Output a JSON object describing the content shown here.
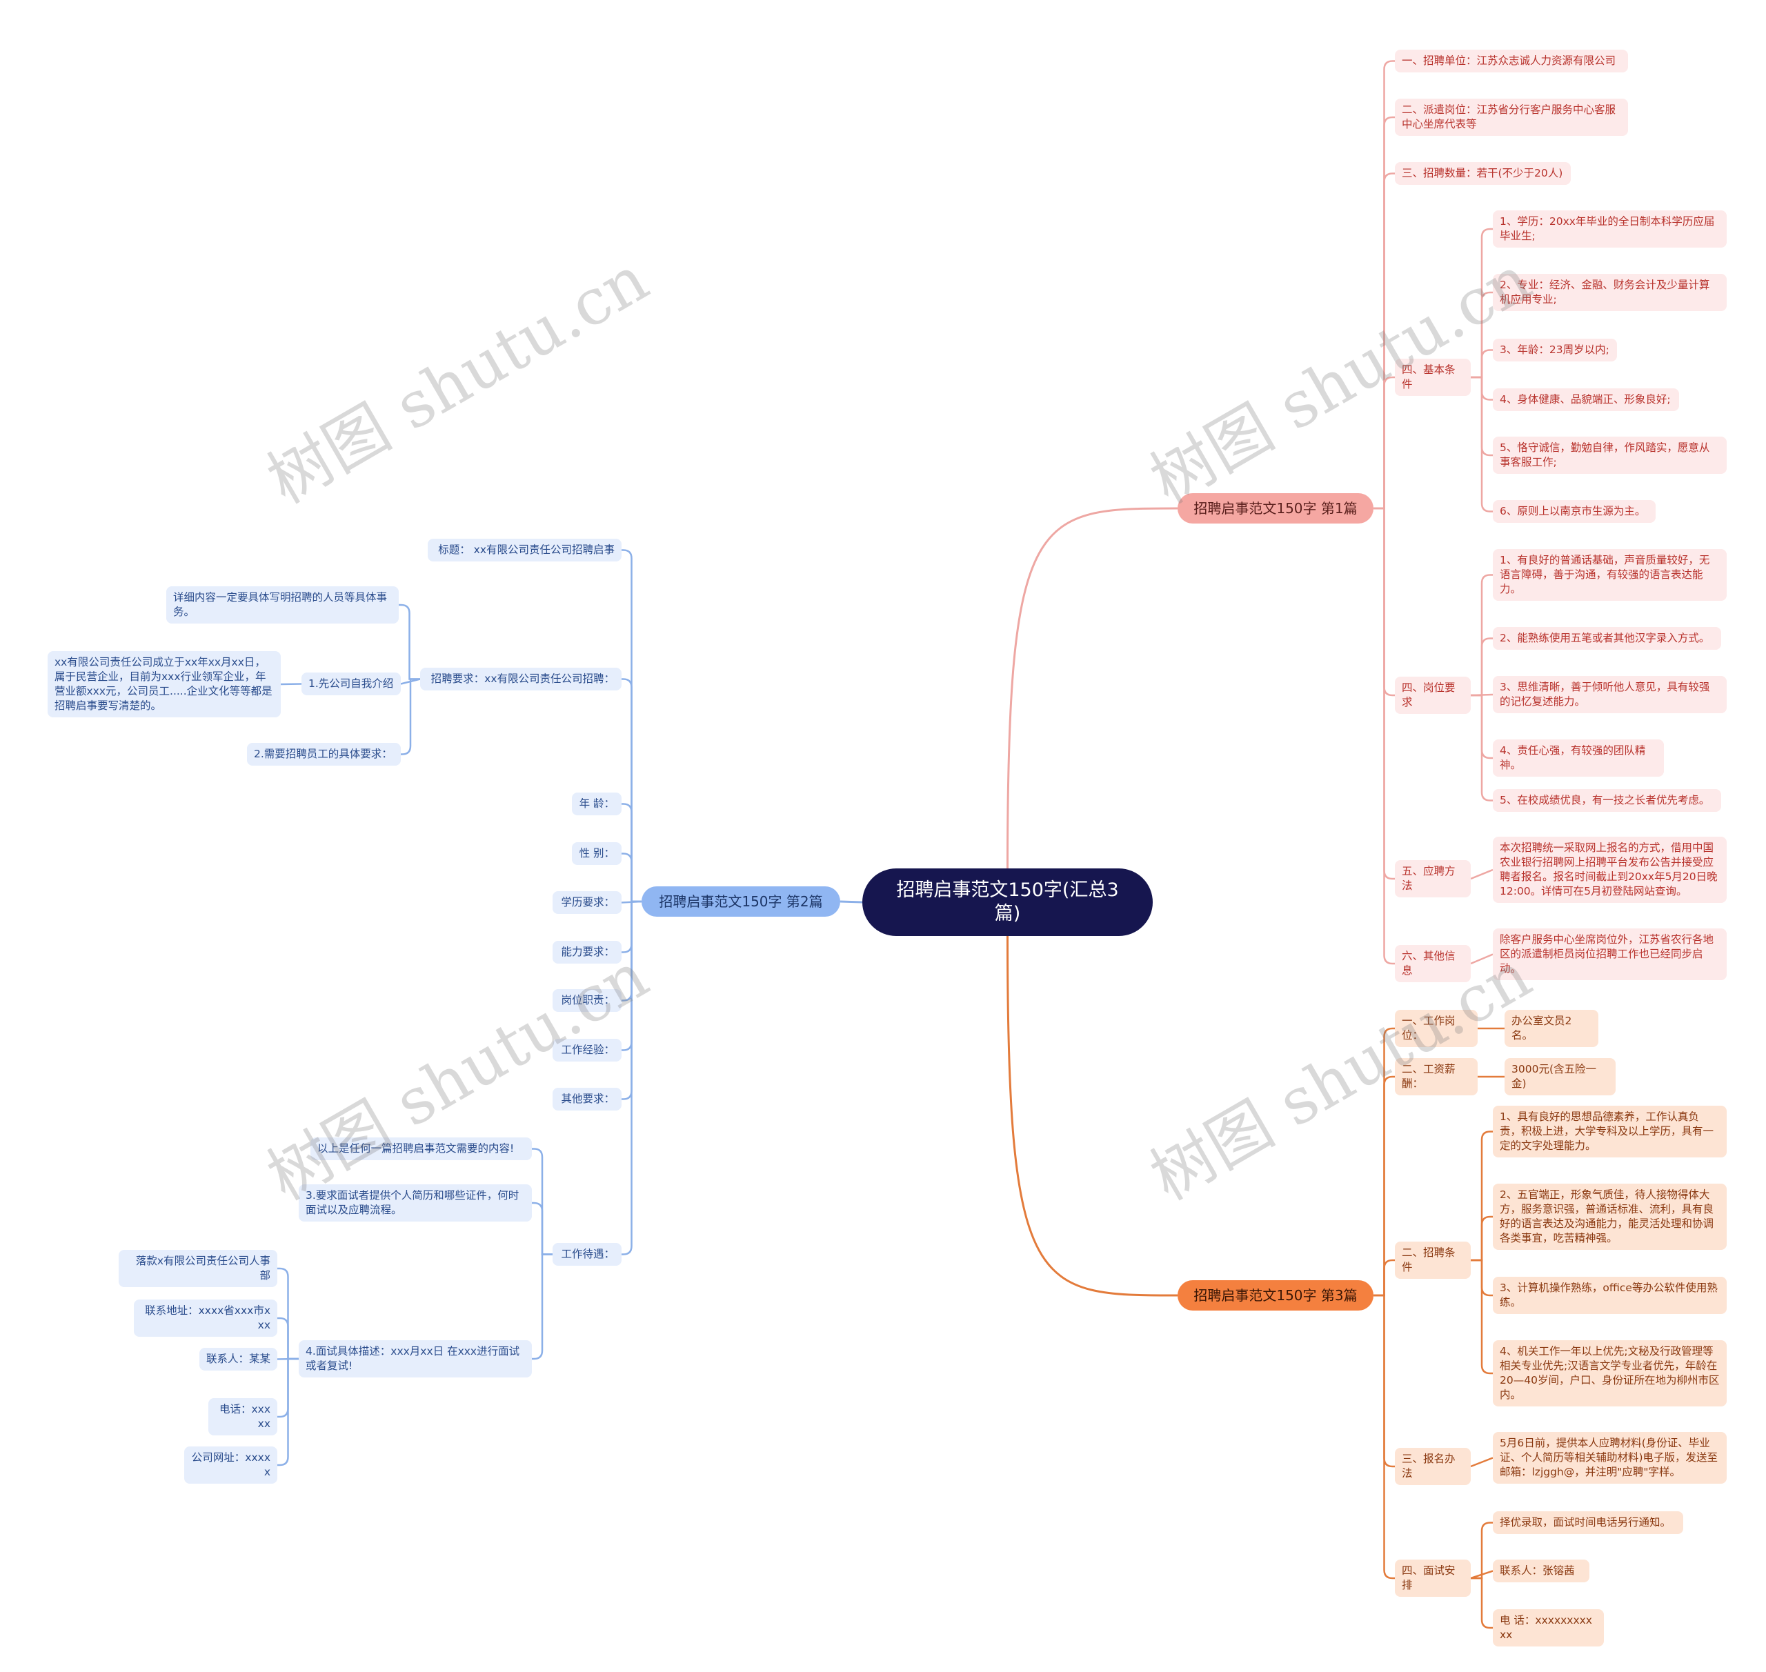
{
  "root": "招聘启事范文150字(汇总3篇)",
  "watermark": "树图 shutu.cn",
  "colors": {
    "pink_line": "#eea7a3",
    "blue_line": "#8cb0e8",
    "orange_line": "#e37b3b",
    "root": "#16164f"
  },
  "branch1": {
    "title": "招聘启事范文150字 第1篇",
    "items": [
      "一、招聘单位：江苏众志诚人力资源有限公司",
      "二、派遣岗位：江苏省分行客户服务中心客服中心坐席代表等",
      "三、招聘数量：若干(不少于20人)",
      "四、基本条件",
      "四、岗位要求",
      "五、应聘方法",
      "六、其他信息"
    ],
    "basic": [
      "1、学历：20xx年毕业的全日制本科学历应届毕业生;",
      "2、专业：经济、金融、财务会计及少量计算机应用专业;",
      "3、年龄：23周岁以内;",
      "4、身体健康、品貌端正、形象良好;",
      "5、恪守诚信，勤勉自律，作风踏实，愿意从事客服工作;",
      "6、原则上以南京市生源为主。"
    ],
    "post": [
      "1、有良好的普通话基础，声音质量较好，无语言障碍，善于沟通，有较强的语言表达能力。",
      "2、能熟练使用五笔或者其他汉字录入方式。",
      "3、思维清晰，善于倾听他人意见，具有较强的记忆复述能力。",
      "4、责任心强，有较强的团队精神。",
      "5、在校成绩优良，有一技之长者优先考虑。"
    ],
    "method": "本次招聘统一采取网上报名的方式，借用中国农业银行招聘网上招聘平台发布公告并接受应聘者报名。报名时间截止到20xx年5月20日晚12:00。详情可在5月初登陆网站查询。",
    "other": "除客户服务中心坐席岗位外，江苏省农行各地区的派遣制柜员岗位招聘工作也已经同步启动。"
  },
  "branch2": {
    "title": "招聘启事范文150字 第2篇",
    "items": [
      "标题： xx有限公司责任公司招聘启事",
      "招聘要求：xx有限公司责任公司招聘：",
      "年 龄：",
      "性 别：",
      "学历要求：",
      "能力要求：",
      "岗位职责：",
      "工作经验：",
      "其他要求：",
      "工作待遇："
    ],
    "req": [
      "1.先公司自我介绍",
      "2.需要招聘员工的具体要求："
    ],
    "intro": [
      "详细内容一定要具体写明招聘的人员等具体事务。",
      "xx有限公司责任公司成立于xx年xx月xx日，属于民营企业，目前为xxx行业领军企业，年营业额xxx元，公司员工.....企业文化等等都是招聘启事要写清楚的。"
    ],
    "treat": [
      "以上是任何一篇招聘启事范文需要的内容!",
      "3.要求面试者提供个人简历和哪些证件，何时面试以及应聘流程。",
      "4.面试具体描述：xxx月xx日 在xxx进行面试或者复试!"
    ],
    "sign": [
      "落款x有限公司责任公司人事部",
      "联系地址：xxxx省xxx市xxx",
      "联系人：某某",
      "电话：xxxxx",
      "公司网址：xxxxx"
    ]
  },
  "branch3": {
    "title": "招聘启事范文150字 第3篇",
    "items": [
      "一、工作岗位：",
      "二、工资薪酬：",
      "二、招聘条件",
      "三、报名办法",
      "四、面试安排"
    ],
    "post": "办公室文员2名。",
    "salary": "3000元(含五险一金)",
    "cond": [
      "1、具有良好的思想品德素养，工作认真负责，积极上进，大学专科及以上学历，具有一定的文字处理能力。",
      "2、五官端正，形象气质佳，待人接物得体大方，服务意识强，普通话标准、流利，具有良好的语言表达及沟通能力，能灵活处理和协调各类事宜，吃苦精神强。",
      "3、计算机操作熟练，office等办公软件使用熟练。",
      "4、机关工作一年以上优先;文秘及行政管理等相关专业优先;汉语言文学专业者优先，年龄在20—40岁间，户口、身份证所在地为柳州市区内。"
    ],
    "apply": "5月6日前，提供本人应聘材料(身份证、毕业证、个人简历等相关辅助材料)电子版，发送至邮箱：lzjggh@，并注明\"应聘\"字样。",
    "interview": [
      "择优录取，面试时间电话另行通知。",
      "联系人：张镕茜",
      "电 话：xxxxxxxxxxx"
    ]
  }
}
